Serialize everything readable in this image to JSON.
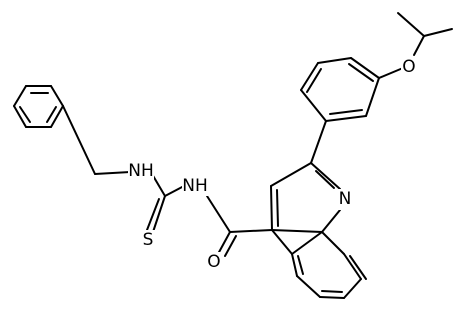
{
  "figure": {
    "type": "chemical-structure-diagram",
    "atom_labels": {
      "nh_left": "NH",
      "nh_right": "NH",
      "sulfur": "S",
      "oxygen_carbonyl": "O",
      "nitrogen_ring": "N",
      "oxygen_ether": "O"
    }
  }
}
